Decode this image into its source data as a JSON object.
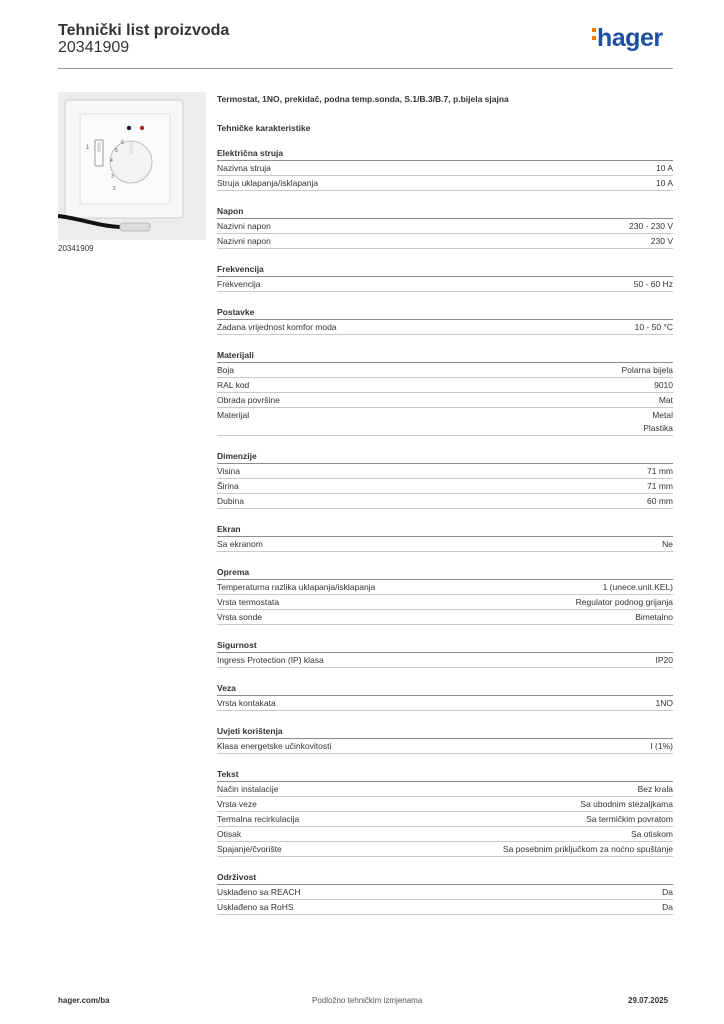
{
  "header": {
    "title": "Tehnički list proizvoda",
    "product_code": "20341909",
    "logo_text": "hager"
  },
  "image": {
    "caption": "20341909",
    "dial_numbers": [
      "1",
      "2",
      "3",
      "4",
      "5",
      "6"
    ]
  },
  "product": {
    "description": "Termostat, 1NO, prekidač, podna temp.sonda, S.1/B.3/B.7, p.bijela sjajna",
    "tech_heading": "Tehničke karakteristike"
  },
  "sections": [
    {
      "title": "Električna struja",
      "rows": [
        {
          "label": "Nazivna struja",
          "values": [
            "10 A"
          ]
        },
        {
          "label": "Struja uklapanja/isklapanja",
          "values": [
            "10 A"
          ]
        }
      ]
    },
    {
      "title": "Napon",
      "rows": [
        {
          "label": "Nazivni napon",
          "values": [
            "230 - 230 V"
          ]
        },
        {
          "label": "Nazivni napon",
          "values": [
            "230 V"
          ]
        }
      ]
    },
    {
      "title": "Frekvencija",
      "rows": [
        {
          "label": "Frekvencija",
          "values": [
            "50 - 60 Hz"
          ]
        }
      ]
    },
    {
      "title": "Postavke",
      "rows": [
        {
          "label": "Zadana vrijednost komfor moda",
          "values": [
            "10 - 50 °C"
          ]
        }
      ]
    },
    {
      "title": "Materijali",
      "rows": [
        {
          "label": "Boja",
          "values": [
            "Polarna bijela"
          ]
        },
        {
          "label": "RAL kod",
          "values": [
            "9010"
          ]
        },
        {
          "label": "Obrada površine",
          "values": [
            "Mat"
          ]
        },
        {
          "label": "Materijal",
          "values": [
            "Metal",
            "Plastika"
          ]
        }
      ]
    },
    {
      "title": "Dimenzije",
      "rows": [
        {
          "label": "Visina",
          "values": [
            "71 mm"
          ]
        },
        {
          "label": "Širina",
          "values": [
            "71 mm"
          ]
        },
        {
          "label": "Dubina",
          "values": [
            "60 mm"
          ]
        }
      ]
    },
    {
      "title": "Ekran",
      "rows": [
        {
          "label": "Sa ekranom",
          "values": [
            "Ne"
          ]
        }
      ]
    },
    {
      "title": "Oprema",
      "rows": [
        {
          "label": "Temperaturna razlika uklapanja/isklapanja",
          "values": [
            "1 (unece.unit.KEL)"
          ]
        },
        {
          "label": "Vrsta termostata",
          "values": [
            "Regulator podnog grijanja"
          ]
        },
        {
          "label": "Vrsta sonde",
          "values": [
            "Bimetalno"
          ]
        }
      ]
    },
    {
      "title": "Sigurnost",
      "rows": [
        {
          "label": "Ingress Protection (IP) klasa",
          "values": [
            "IP20"
          ]
        }
      ]
    },
    {
      "title": "Veza",
      "rows": [
        {
          "label": "Vrsta kontakata",
          "values": [
            "1NO"
          ]
        }
      ]
    },
    {
      "title": "Uvjeti korištenja",
      "rows": [
        {
          "label": "Klasa energetske učinkovitosti",
          "values": [
            "I (1%)"
          ]
        }
      ]
    },
    {
      "title": "Tekst",
      "rows": [
        {
          "label": "Način instalacije",
          "values": [
            "Bez krala"
          ]
        },
        {
          "label": "Vrsta veze",
          "values": [
            "Sa ubodnim stezaljkama"
          ]
        },
        {
          "label": "Termalna recirkulacija",
          "values": [
            "Sa termičkim povratom"
          ]
        },
        {
          "label": "Otisak",
          "values": [
            "Sa otiskom"
          ]
        },
        {
          "label": "Spajanje/čvorište",
          "values": [
            "Sa posebnim priključkom za noćno spuštanje"
          ]
        }
      ]
    },
    {
      "title": "Održivost",
      "rows": [
        {
          "label": "Usklađeno sa REACH",
          "values": [
            "Da"
          ]
        },
        {
          "label": "Usklađeno sa RoHS",
          "values": [
            "Da"
          ]
        }
      ]
    }
  ],
  "footer": {
    "website": "hager.com/ba",
    "note": "Podložno tehničkim izmjenama",
    "date": "29.07.2025"
  }
}
